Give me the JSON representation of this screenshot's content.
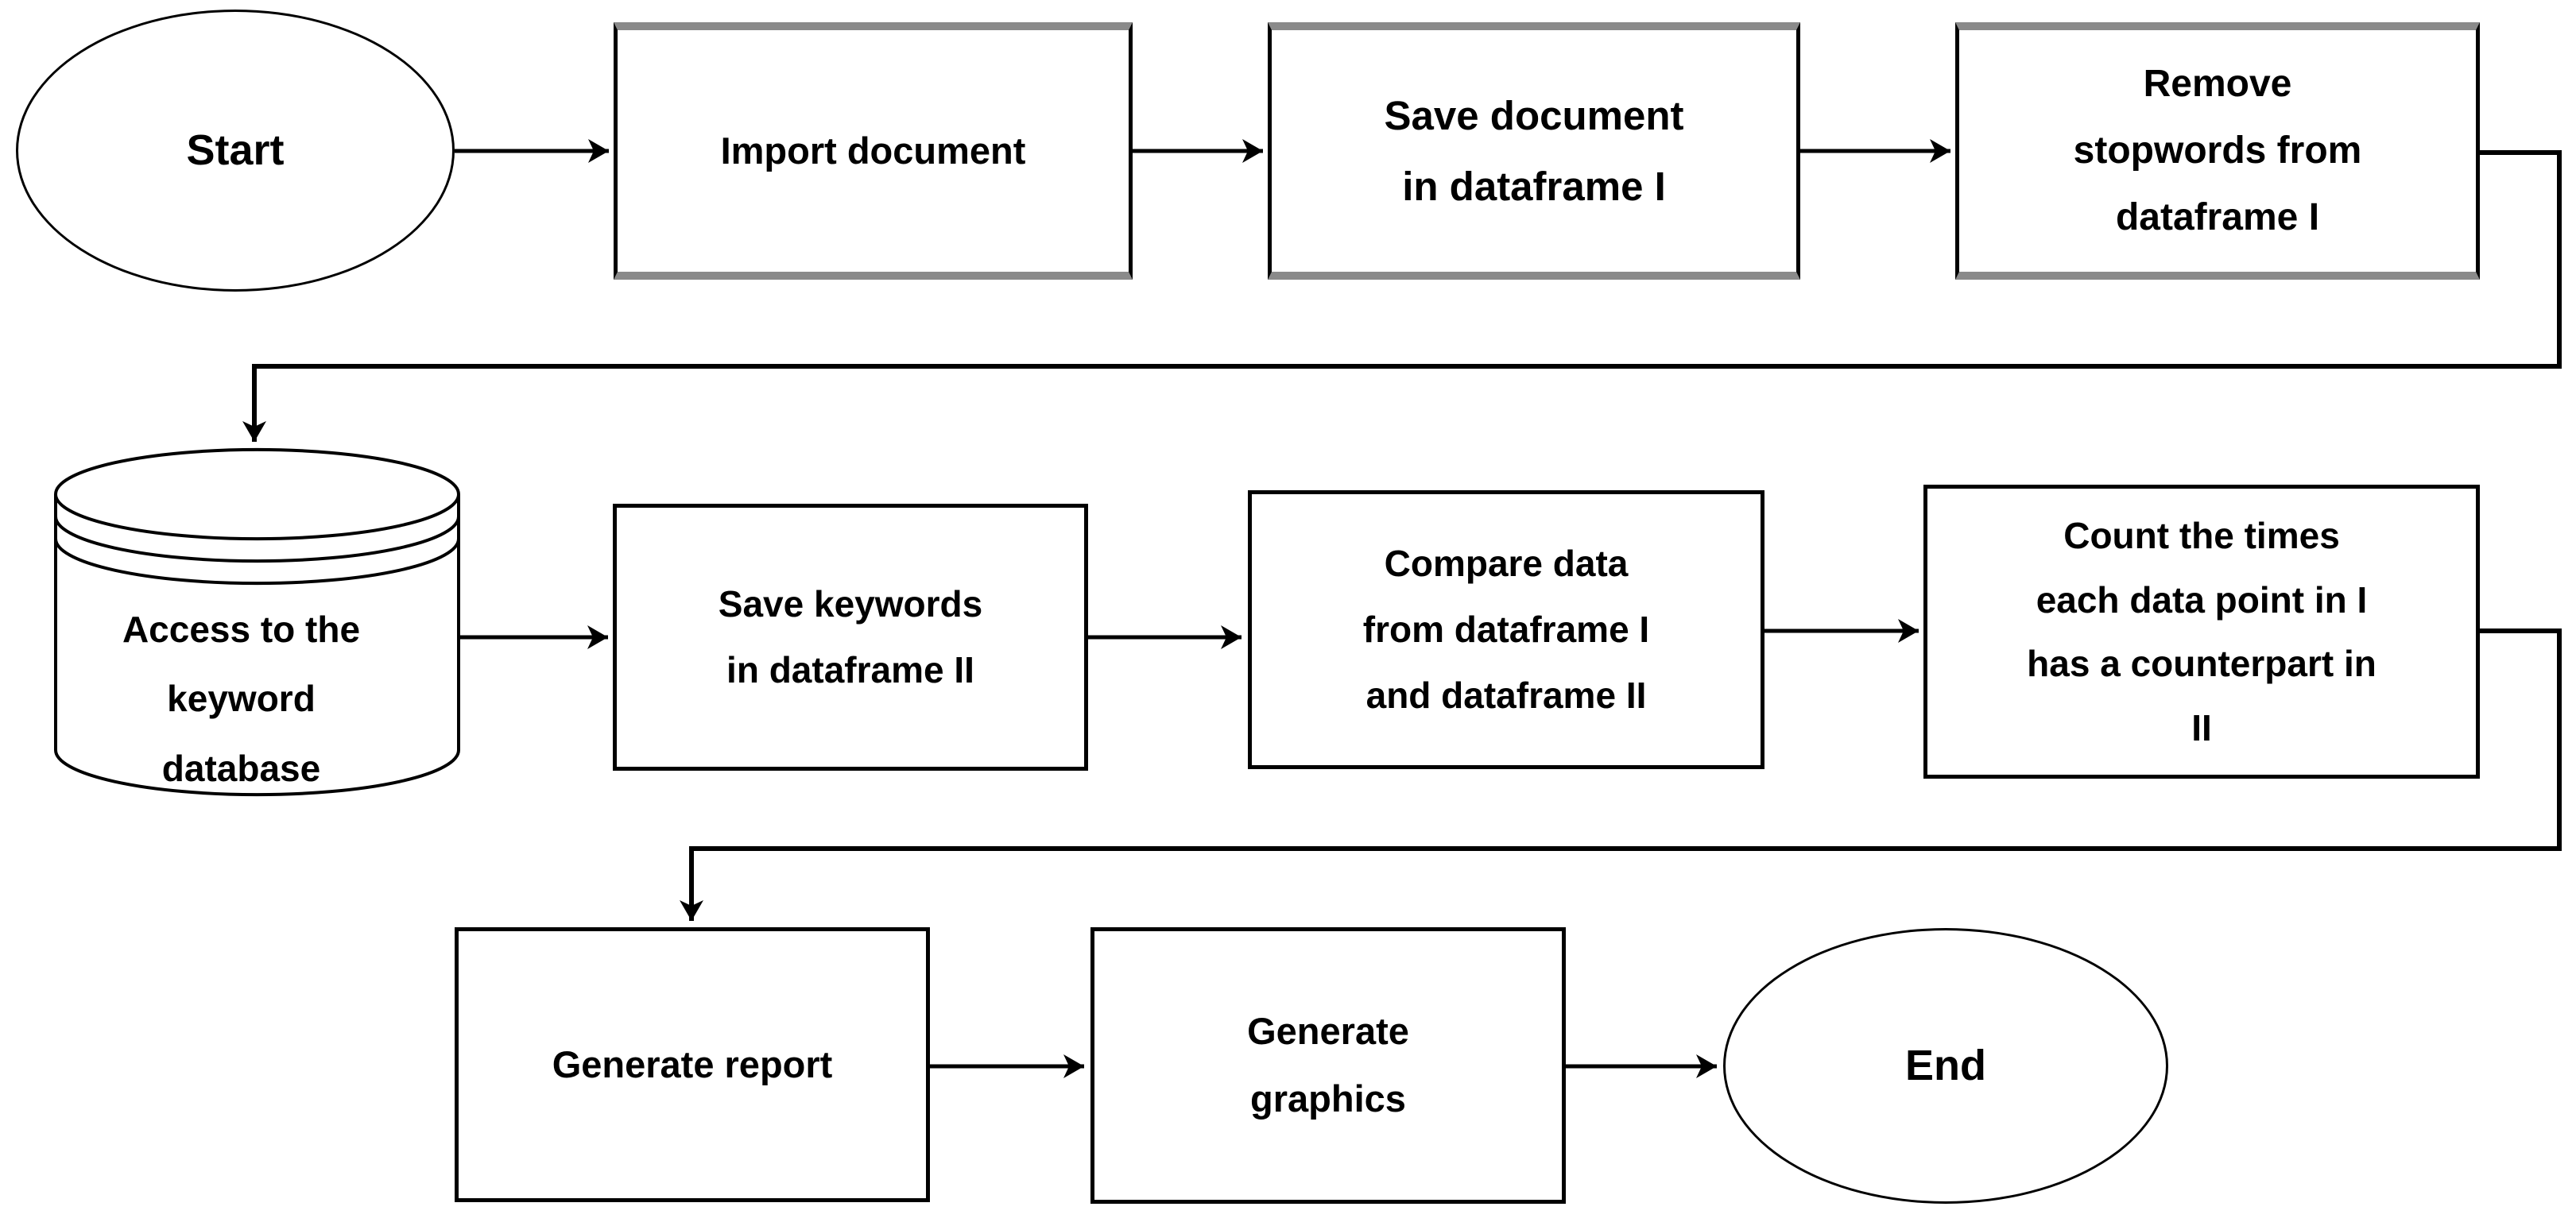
{
  "diagram_type": "flowchart",
  "colors": {
    "stroke": "#000000",
    "text": "#000000",
    "background": "#ffffff",
    "process_shadow": "#8a8a8a"
  },
  "nodes": [
    {
      "id": "start",
      "type": "terminator",
      "label": "Start"
    },
    {
      "id": "import",
      "type": "process",
      "label": "Import document"
    },
    {
      "id": "save_doc",
      "type": "process",
      "label": "Save document\nin dataframe I"
    },
    {
      "id": "remove_stopwords",
      "type": "process",
      "label": "Remove\nstopwords from\ndataframe I"
    },
    {
      "id": "keyword_db",
      "type": "database",
      "label": "Access to the\nkeyword\ndatabase"
    },
    {
      "id": "save_keywords",
      "type": "process",
      "label": "Save keywords\nin dataframe II"
    },
    {
      "id": "compare",
      "type": "process",
      "label": "Compare data\nfrom dataframe I\nand dataframe II"
    },
    {
      "id": "count",
      "type": "process",
      "label": "Count the times\neach data point in I\nhas a counterpart in\nII"
    },
    {
      "id": "report",
      "type": "process",
      "label": "Generate report"
    },
    {
      "id": "graphics",
      "type": "process",
      "label": "Generate\ngraphics"
    },
    {
      "id": "end",
      "type": "terminator",
      "label": "End"
    }
  ],
  "edges": [
    {
      "from": "start",
      "to": "import"
    },
    {
      "from": "import",
      "to": "save_doc"
    },
    {
      "from": "save_doc",
      "to": "remove_stopwords"
    },
    {
      "from": "remove_stopwords",
      "to": "keyword_db"
    },
    {
      "from": "keyword_db",
      "to": "save_keywords"
    },
    {
      "from": "save_keywords",
      "to": "compare"
    },
    {
      "from": "compare",
      "to": "count"
    },
    {
      "from": "count",
      "to": "report"
    },
    {
      "from": "report",
      "to": "graphics"
    },
    {
      "from": "graphics",
      "to": "end"
    }
  ]
}
